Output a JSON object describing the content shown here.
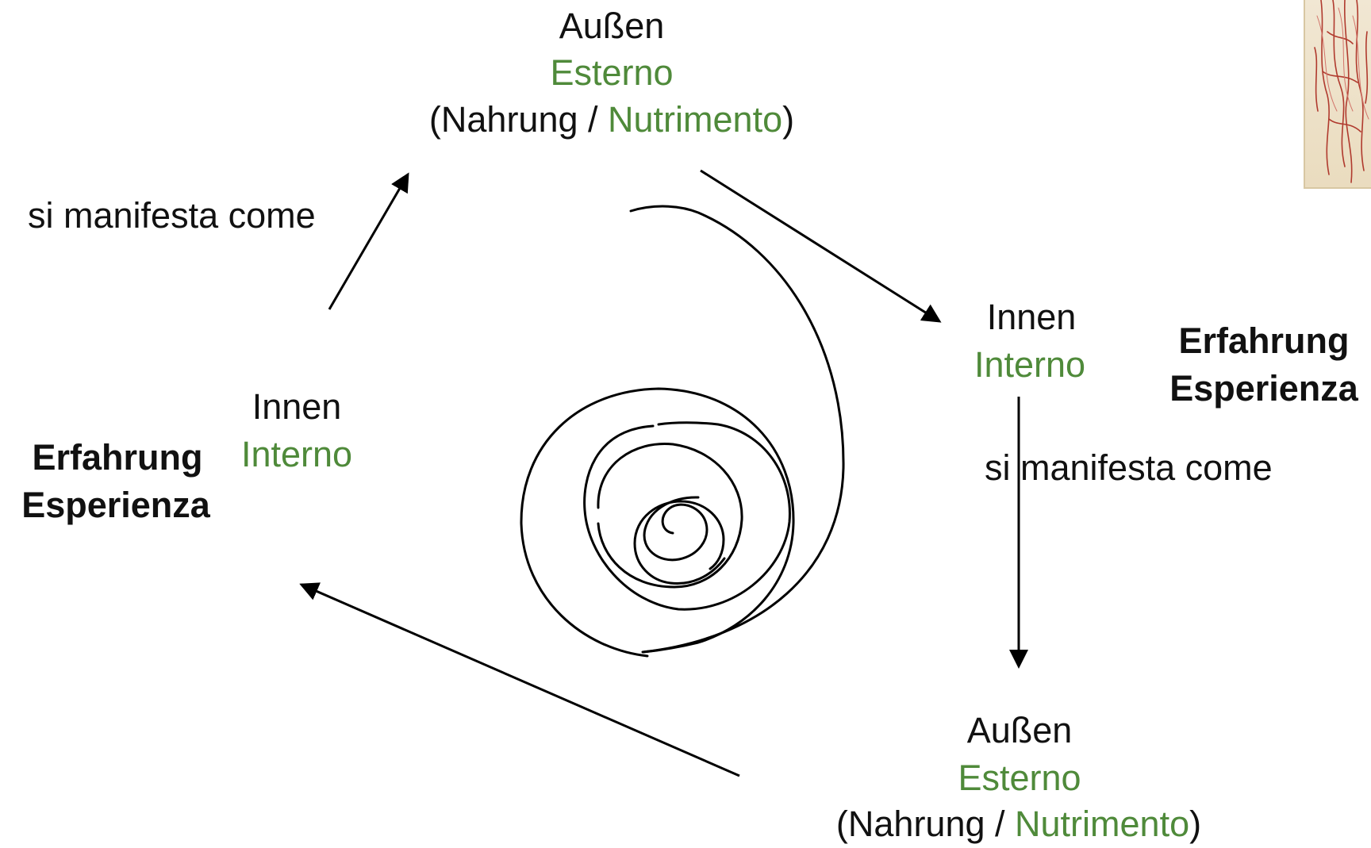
{
  "top": {
    "aussen": "Außen",
    "esterno": "Esterno",
    "open_paren": "(",
    "nahrung": "Nahrung",
    "slash": " / ",
    "nutrimento": "Nutrimento",
    "close_paren": ")"
  },
  "right_inner": {
    "innen": "Innen",
    "interno": "Interno"
  },
  "right_experience": {
    "erfahrung": "Erfahrung",
    "esperienza": "Esperienza"
  },
  "right_manifest": "si manifesta come",
  "bottom": {
    "aussen": "Außen",
    "esterno": "Esterno",
    "open_paren": "(",
    "nahrung": "Nahrung",
    "slash": " / ",
    "nutrimento": "Nutrimento",
    "close_paren": ")"
  },
  "left_inner": {
    "innen": "Innen",
    "interno": "Interno"
  },
  "left_experience": {
    "erfahrung": "Erfahrung",
    "esperienza": "Esperienza"
  },
  "left_manifest": "si manifesta come",
  "colors": {
    "text": "#111111",
    "italian": "#4f8a3a",
    "stroke": "#000000"
  }
}
